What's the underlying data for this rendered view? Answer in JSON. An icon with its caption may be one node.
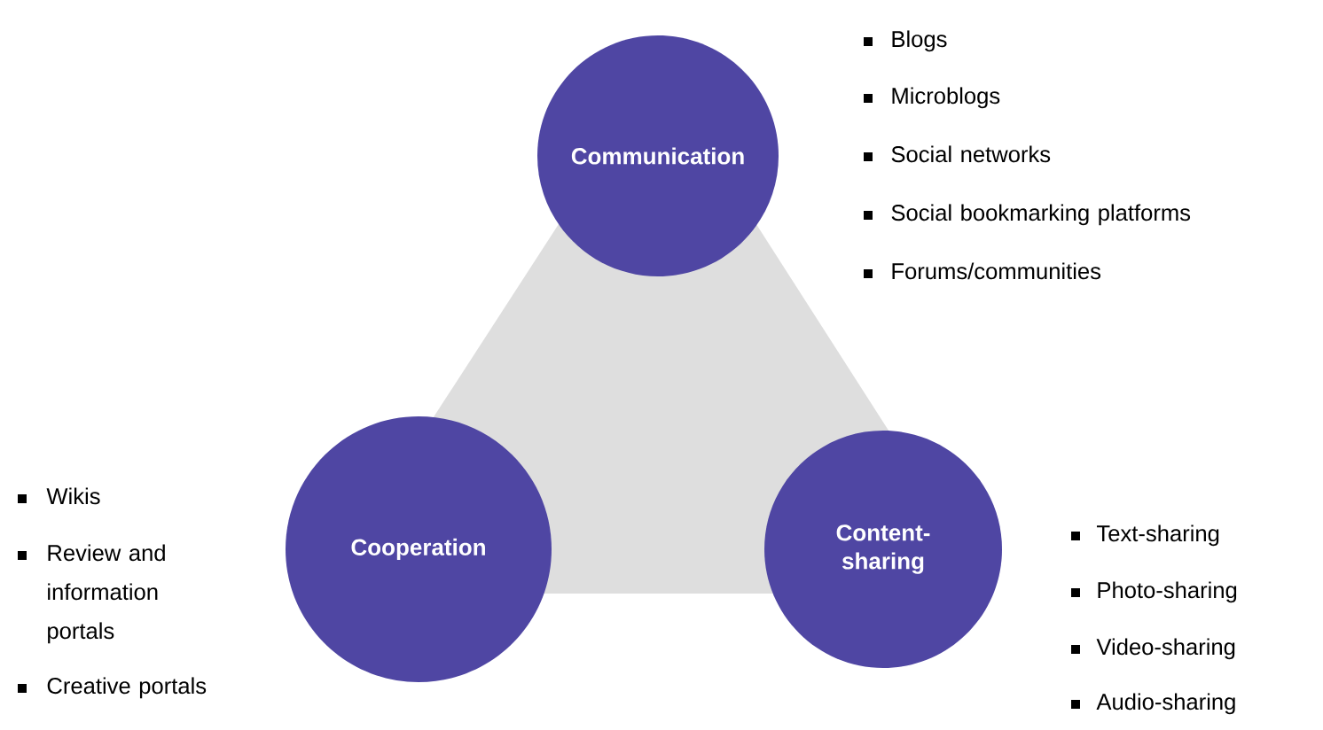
{
  "diagram": {
    "nodes": [
      {
        "text": [
          "Communication"
        ],
        "beside": [
          "Blogs",
          "Microblogs",
          "Social networks",
          "Social bookmarking platforms",
          "Forums/communities"
        ]
      },
      {
        "text": [
          "Cooperation"
        ],
        "beside": [
          "Wikis",
          "Review and information portals",
          "Creative portals"
        ]
      },
      {
        "text": [
          "Content-sharing"
        ],
        "beside": [
          "Text-sharing",
          "Photo-sharing",
          "Video-sharing",
          "Audio-sharing"
        ]
      }
    ]
  }
}
